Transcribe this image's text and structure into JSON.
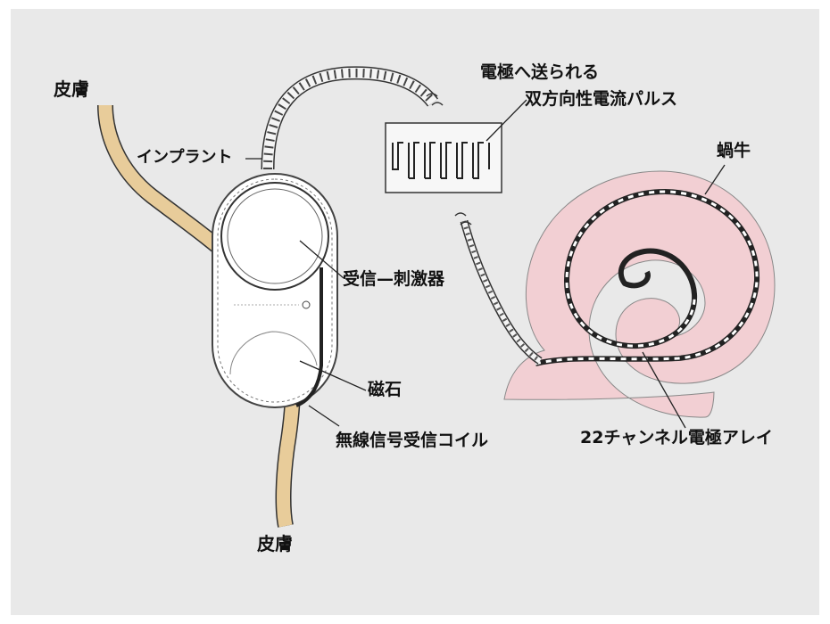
{
  "labels": {
    "skin_top": "皮膚",
    "skin_bottom": "皮膚",
    "implant": "インプラント",
    "pulse_line1": "電極へ送られる",
    "pulse_line2": "双方向性電流パルス",
    "cochlea": "蝸牛",
    "receiver": "受信—刺激器",
    "magnet": "磁石",
    "coil": "無線信号受信コイル",
    "electrode_array": "22チャンネル電極アレイ"
  },
  "colors": {
    "background": "#e9e9e9",
    "skin": "#e8cc9a",
    "cochlea": "#f2cfd3",
    "line": "#222222"
  }
}
